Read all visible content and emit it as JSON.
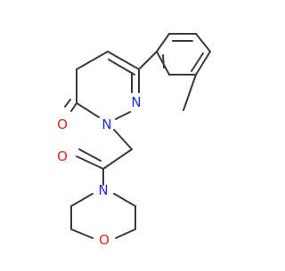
{
  "diagram": {
    "type": "chemical-structure",
    "colors": {
      "bond": "#3a3a3a",
      "oxygen": "#e8281e",
      "nitrogen": "#1d28e0",
      "background": "#ffffff"
    },
    "atom_labels": {
      "carbonyl_oxygen_ring": "O",
      "ring_nitrogen_1": "N",
      "ring_nitrogen_2": "N",
      "carbonyl_oxygen_amide": "O",
      "morpholine_nitrogen": "N",
      "morpholine_oxygen": "O"
    }
  }
}
